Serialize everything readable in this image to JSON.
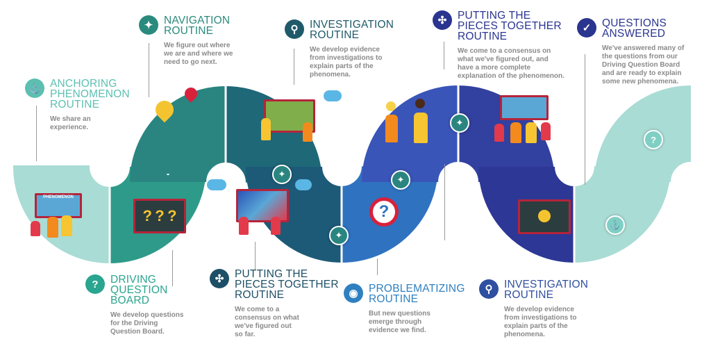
{
  "steps": [
    {
      "id": "anchoring",
      "title_lines": [
        "Anchoring",
        "Phenomenon",
        "Routine"
      ],
      "description": "We share an experience.",
      "icon": "anchor-icon",
      "color": "#5cbfb1"
    },
    {
      "id": "navigation",
      "title_lines": [
        "Navigation",
        "Routine"
      ],
      "description": "We figure out where we are and where we need to go next.",
      "icon": "compass-icon",
      "color": "#2a8a7e"
    },
    {
      "id": "investigation-1",
      "title_lines": [
        "Investigation",
        "Routine"
      ],
      "description": "We develop evidence from investigations to explain parts of the phenomena.",
      "icon": "magnifier-icon",
      "color": "#1f5a6a"
    },
    {
      "id": "putting-pieces-2",
      "title_lines": [
        "Putting the",
        "Pieces Together",
        "Routine"
      ],
      "description": "We come to a consensus on what we've figured out, and have a more complete explanation of the phenomenon.",
      "icon": "puzzle-icon",
      "color": "#2a3590"
    },
    {
      "id": "questions-answered",
      "title_lines": [
        "Questions",
        "Answered"
      ],
      "description": "We've answered many of the questions from our Driving Question Board and are ready to explain some new phenomena.",
      "icon": "checkmark-icon",
      "color": "#2a3590"
    },
    {
      "id": "driving-question-board",
      "title_lines": [
        "Driving",
        "Question",
        "Board"
      ],
      "description": "We develop questions for the Driving Question Board.",
      "icon": "question-icon",
      "color": "#2aa58f"
    },
    {
      "id": "putting-pieces-1",
      "title_lines": [
        "Putting the",
        "Pieces Together",
        "Routine"
      ],
      "description": "We come to a consensus on what we've figured out so far.",
      "icon": "puzzle-icon",
      "color": "#1d4f66"
    },
    {
      "id": "problematizing",
      "title_lines": [
        "Problematizing",
        "Routine"
      ],
      "description": "But new questions emerge through evidence we find.",
      "icon": "eye-icon",
      "color": "#2f80c0"
    },
    {
      "id": "investigation-2",
      "title_lines": [
        "Investigation",
        "Routine"
      ],
      "description": "We develop evidence from investigations to explain parts of the phenomena.",
      "icon": "magnifier-icon",
      "color": "#2f4fa0"
    }
  ],
  "illustration": {
    "board_label": "PHENOMENON"
  },
  "colors": {
    "light_teal": "#a9dcd5",
    "teal": "#2e9b8a",
    "teal_dark": "#2a8580",
    "petrol": "#1f6878",
    "petrol_dark": "#1d5a78",
    "blue": "#2f72c0",
    "royal": "#3a55b8",
    "navy": "#32409f",
    "indigo": "#2d3795"
  }
}
